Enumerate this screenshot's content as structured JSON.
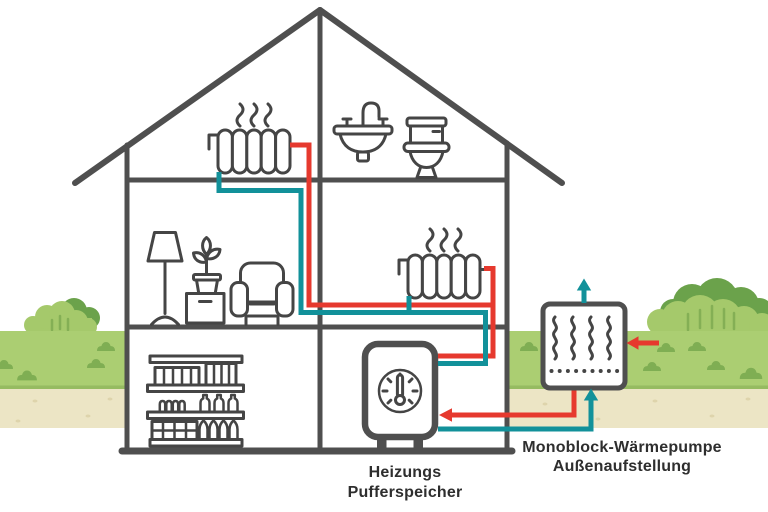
{
  "labels": {
    "buffer_tank": {
      "line1": "Heizungs",
      "line2": "Pufferspeicher"
    },
    "heat_pump": {
      "line1": "Monoblock-Wärmepumpe",
      "line2": "Außenaufstellung"
    }
  },
  "colors": {
    "outline": "#4f4f4f",
    "icon_stroke": "#454545",
    "pipe_warm": "#e6392e",
    "pipe_cold": "#12919a",
    "grass": "#abce72",
    "grass_edge": "#96bb61",
    "bush_light": "#a5c96b",
    "bush_dark": "#6ba24b",
    "tuft": "#7fae53",
    "soil": "#ece5c5",
    "soil_speckle": "#ded4ac",
    "text": "#2e2e2e",
    "background": "#ffffff"
  },
  "icons": [
    "heat-waves-icon",
    "radiator-icon",
    "sink-icon",
    "toilet-icon",
    "floor-lamp-icon",
    "potted-plant-icon",
    "cabinet-icon",
    "armchair-icon",
    "storage-shelf-icon",
    "buffer-tank-icon",
    "thermometer-gauge-icon",
    "heat-pump-icon",
    "flow-arrow-up-icon",
    "flow-arrow-left-icon"
  ]
}
